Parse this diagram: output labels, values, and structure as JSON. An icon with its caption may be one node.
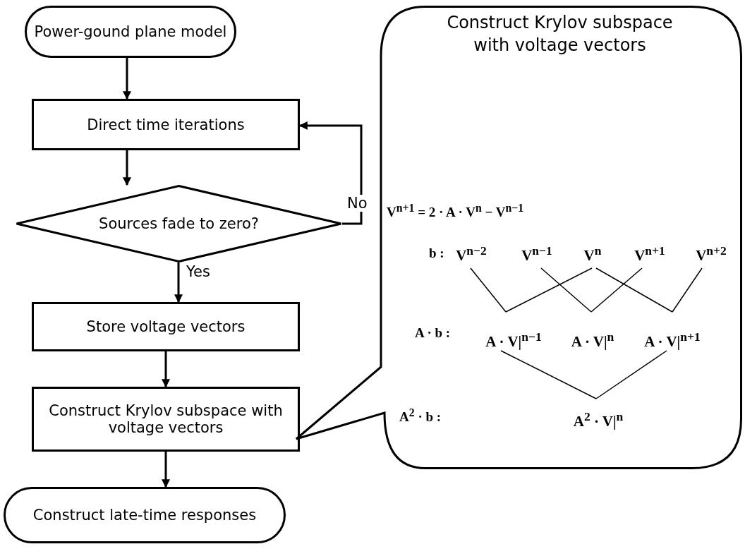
{
  "diagram": {
    "nodes": [
      {
        "text": [
          "Power-gound plane model"
        ]
      },
      {
        "text": [
          "Direct time iterations"
        ]
      },
      {
        "text": [
          "Sources fade to zero?"
        ]
      },
      {
        "text": [
          "Store voltage vectors"
        ]
      },
      {
        "text": [
          "Construct Krylov subspace with voltage vectors"
        ]
      },
      {
        "text": [
          "Construct late-time responses"
        ]
      },
      {
        "text": [
          "Construct Krylov subspace with voltage vectors"
        ]
      },
      {
        "text": [
          "V$^{n−2}$"
        ],
        "in": 6
      },
      {
        "text": [
          "V$^{n−1}$"
        ],
        "in": 6
      },
      {
        "text": [
          "V$^{n}$"
        ],
        "in": 6
      },
      {
        "text": [
          "V$^{n+1}$"
        ],
        "in": 6
      },
      {
        "text": [
          "V$^{n+2}$"
        ],
        "in": 6
      },
      {
        "text": [
          "A · V|$^{n−1}$"
        ],
        "in": 6
      },
      {
        "text": [
          "A · V|$^{n}$"
        ],
        "in": 6
      },
      {
        "text": [
          "A · V|$^{n+1}$"
        ],
        "in": 6
      },
      {
        "text": [
          "A$^{2}$ · V|$^{n}$"
        ],
        "in": 6
      }
    ],
    "edges": [
      {
        "from": 0,
        "to": 1,
        "arrow": "to"
      },
      {
        "from": 1,
        "to": 2,
        "arrow": "to"
      },
      {
        "from": 2,
        "to": 1,
        "arrow": "to",
        "label": "No"
      },
      {
        "from": 2,
        "to": 3,
        "arrow": "to",
        "label": "Yes"
      },
      {
        "from": 3,
        "to": 4,
        "arrow": "to"
      },
      {
        "from": 4,
        "to": 5,
        "arrow": "to"
      },
      {
        "from": 7,
        "to": 12,
        "arrow": "none"
      },
      {
        "from": 9,
        "to": 12,
        "arrow": "none"
      },
      {
        "from": 8,
        "to": 13,
        "arrow": "none"
      },
      {
        "from": 10,
        "to": 13,
        "arrow": "none"
      },
      {
        "from": 9,
        "to": 14,
        "arrow": "none"
      },
      {
        "from": 11,
        "to": 14,
        "arrow": "none"
      },
      {
        "from": 12,
        "to": 15,
        "arrow": "none"
      },
      {
        "from": 14,
        "to": 15,
        "arrow": "none"
      }
    ],
    "labels": [
      "V$^{n+1}$ = 2 · A · V$^{n}$ − V$^{n−1}$",
      "b :",
      "A · b :",
      "A$^{2}$ · b :"
    ]
  }
}
